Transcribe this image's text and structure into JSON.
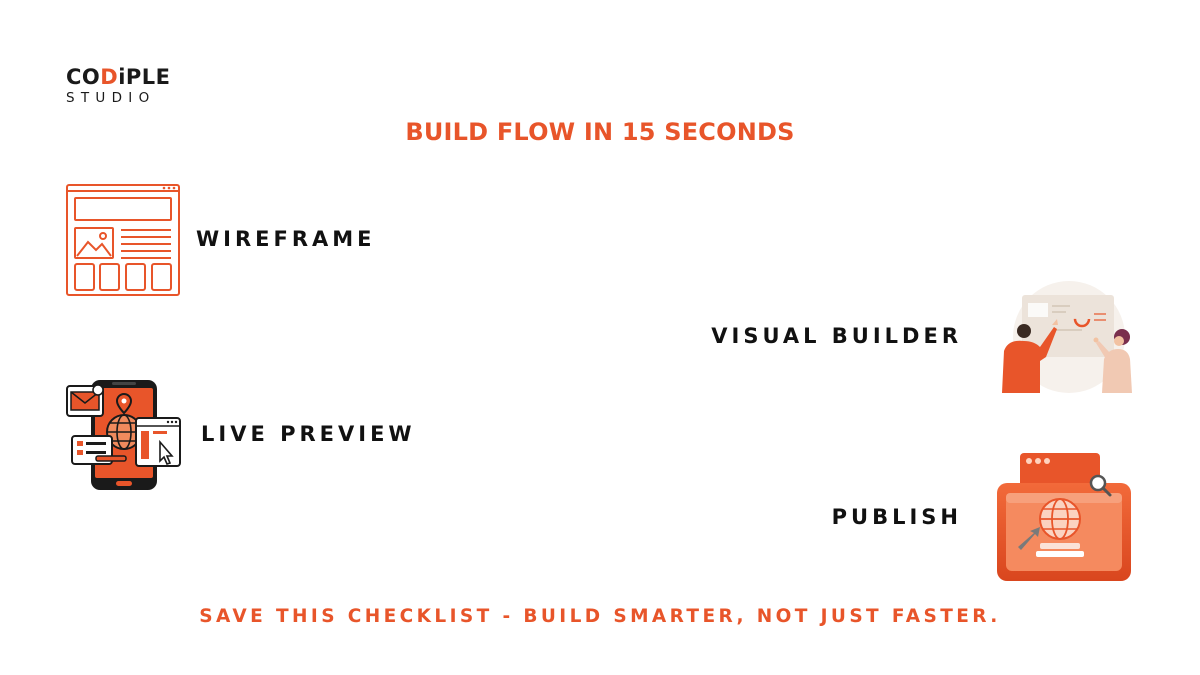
{
  "logo": {
    "line1_a": "CO",
    "line1_b": "D",
    "line1_c": "iPLE",
    "line2": "STUDIO"
  },
  "title": "BUILD FLOW IN 15 SECONDS",
  "steps": {
    "wireframe": "WIREFRAME",
    "visual_builder": "VISUAL BUILDER",
    "live_preview": "LIVE PREVIEW",
    "publish": "PUBLISH"
  },
  "footer": "SAVE THIS CHECKLIST - BUILD SMARTER, NOT JUST FASTER.",
  "colors": {
    "accent": "#e8552a",
    "text": "#111111",
    "background": "#ffffff"
  },
  "icons": {
    "wireframe": "wireframe-layout-icon",
    "visual_builder": "team-at-whiteboard-illustration",
    "live_preview": "devices-preview-icon",
    "publish": "globe-publish-icon"
  }
}
